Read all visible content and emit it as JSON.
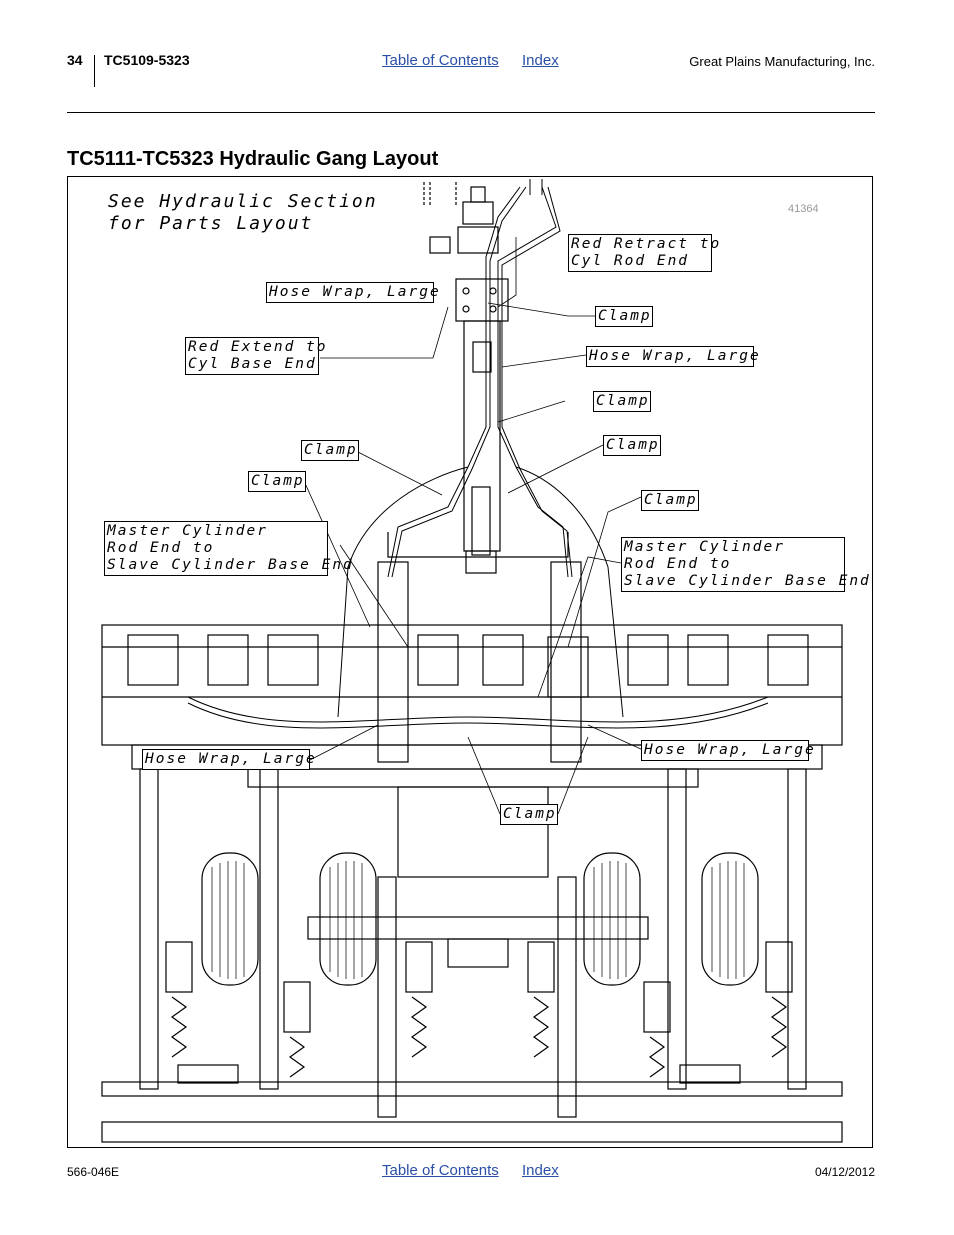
{
  "header": {
    "page_number": "34",
    "model": "TC5109-5323",
    "toc_link": "Table of Contents",
    "index_link": "Index",
    "company": "Great Plains Manufacturing, Inc."
  },
  "title": "TC5111-TC5323 Hydraulic Gang Layout",
  "figure": {
    "figure_number": "41364",
    "note": "See Hydraulic Section\nfor Parts Layout",
    "callouts": {
      "red_retract": "Red Retract to\nCyl Rod End",
      "hose_wrap_top": "Hose Wrap, Large",
      "clamp_1": "Clamp",
      "red_extend": "Red Extend to\nCyl Base End",
      "hose_wrap_right_upper": "Hose Wrap, Large",
      "clamp_2": "Clamp",
      "clamp_3": "Clamp",
      "clamp_4": "Clamp",
      "clamp_5": "Clamp",
      "clamp_6": "Clamp",
      "master_left": "Master Cylinder\nRod End to\nSlave Cylinder Base End",
      "master_right": "Master Cylinder\nRod End to\nSlave Cylinder Base End",
      "hose_wrap_left_lower": "Hose Wrap, Large",
      "hose_wrap_right_lower": "Hose Wrap, Large",
      "clamp_bottom": "Clamp"
    }
  },
  "footer": {
    "doc_number": "566-046E",
    "toc_link": "Table of Contents",
    "index_link": "Index",
    "date": "04/12/2012"
  }
}
